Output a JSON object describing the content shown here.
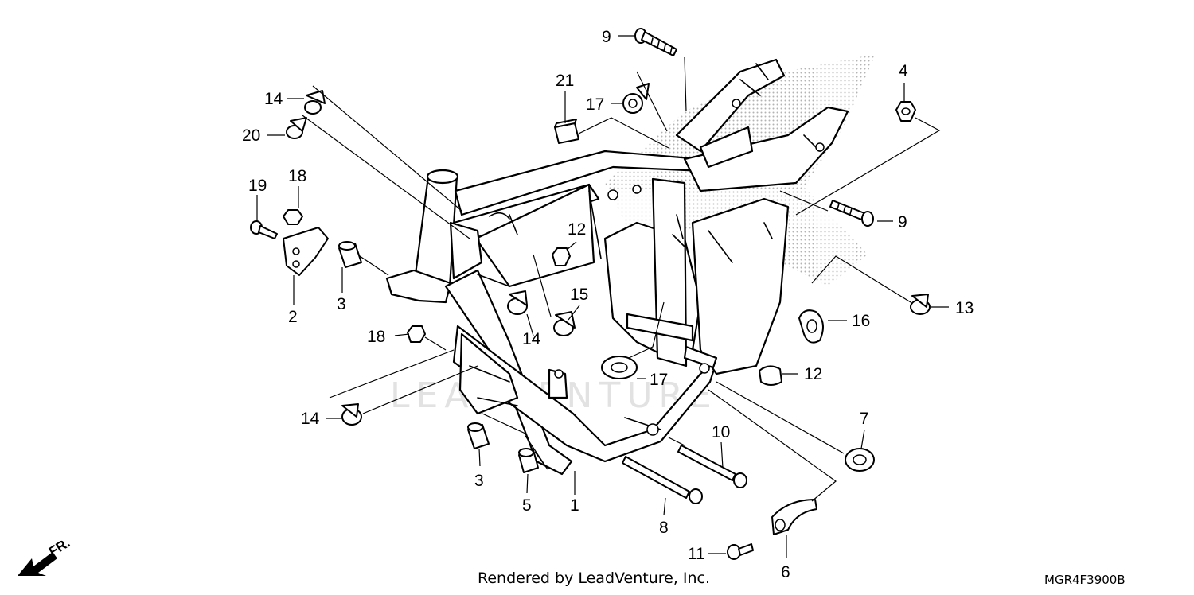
{
  "watermark": "LEADVENTURE",
  "footer": {
    "credit": "Rendered by LeadVenture, Inc.",
    "code": "MGR4F3900B"
  },
  "direction_marker": {
    "icon": "front-arrow-icon",
    "label": "FR."
  },
  "callouts": {
    "c9_top": "9",
    "c21": "21",
    "c17_top": "17",
    "c14_top": "14",
    "c20": "20",
    "c4": "4",
    "c19": "19",
    "c18_top": "18",
    "c12_mid": "12",
    "c9_right": "9",
    "c2": "2",
    "c3_left": "3",
    "c15": "15",
    "c13": "13",
    "c14_mid": "14",
    "c16": "16",
    "c18_low": "18",
    "c12_right": "12",
    "c17_low": "17",
    "c14_low": "14",
    "c7": "7",
    "c10": "10",
    "c3_low": "3",
    "c5": "5",
    "c1": "1",
    "c8": "8",
    "c11": "11",
    "c6": "6"
  }
}
